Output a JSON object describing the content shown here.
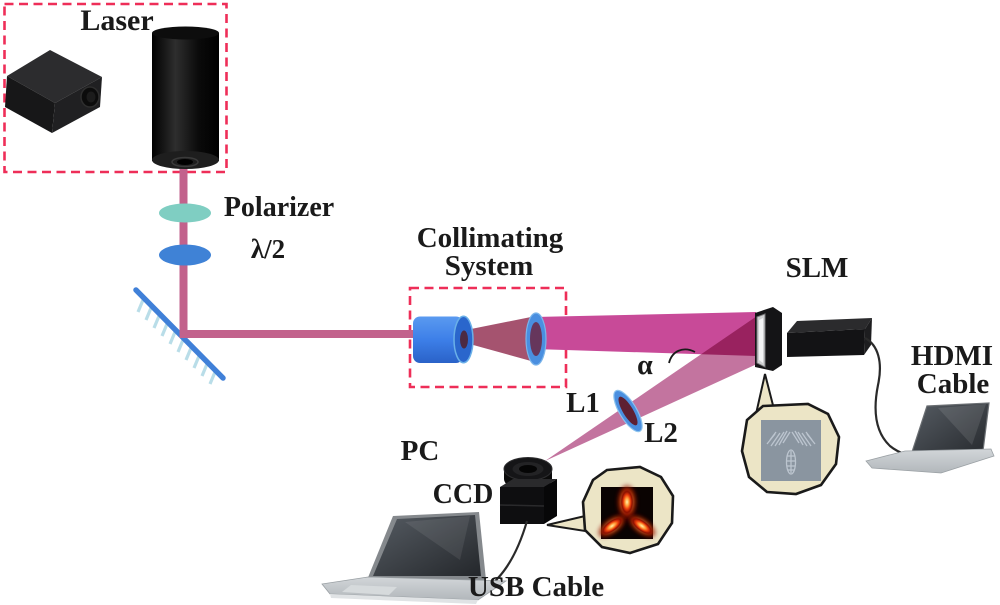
{
  "figure": {
    "type": "optical-experimental-setup-diagram",
    "background": "#ffffff"
  },
  "labels": {
    "laser": "Laser",
    "polarizer": "Polarizer",
    "half_wave_plate": "λ/2",
    "collimating_line1": "Collimating",
    "collimating_line2": "System",
    "slm": "SLM",
    "alpha": "α",
    "lens1": "L1",
    "lens2": "L2",
    "pc": "PC",
    "ccd": "CCD",
    "usb_cable": "USB Cable",
    "hdmi_line1": "HDMI",
    "hdmi_line2": "Cable"
  },
  "icons": {
    "laser_head": "laser-head-box-icon",
    "laser_tube": "laser-tube-icon",
    "polarizer_disc": "polarizer-disc-icon",
    "half_wave_disc": "half-wave-plate-disc-icon",
    "mirror": "mirror-icon",
    "collimating_objective": "collimating-objective-icon",
    "collimating_lens": "collimating-lens-icon",
    "slm_panel": "slm-panel-icon",
    "slm_driver": "slm-driver-box-icon",
    "lens_l2": "lens-l2-icon",
    "ccd_camera": "ccd-camera-icon",
    "pc_laptop": "pc-laptop-icon",
    "hdmi_laptop": "hdmi-laptop-icon",
    "hologram_inset": "fork-hologram-inset",
    "intensity_inset": "three-lobe-intensity-inset"
  },
  "colors": {
    "beam_thin": "#c2628c",
    "beam_wide": "#c84a98",
    "beam_reflected": "#c3749f",
    "beam_cone": "#a5536f",
    "dashed_box": "#ee2e58",
    "lens_blue": "#4a8fe0",
    "cylinder_blue": "#3d7fe8",
    "polarizer_teal": "#7fcec2",
    "half_wave_blue": "#3f82d6",
    "mirror_blue": "#4080d8",
    "inset_beige": "#ece5c6",
    "hologram_gray": "#8a95a0",
    "label_text": "#1a1a1a"
  }
}
